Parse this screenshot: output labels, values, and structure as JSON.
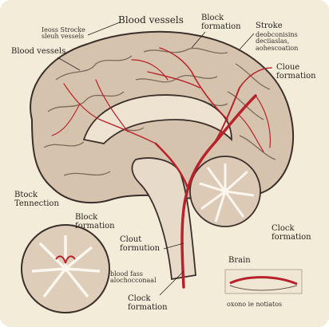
{
  "labels": {
    "blood_vessels_top": "Blood vessels",
    "top_left_note": "Ieoss Strocke\nsleuh vessels",
    "blood_vessels_left": "Blood vessels",
    "block_formation_top": "Block\nformation",
    "stroke": "Stroke",
    "stroke_sub": "deobconisins\ndeciiaslas,\naohescoation",
    "cloue_formation": "Cloue\nformation",
    "block_tennection": "Btock\nTennection",
    "block_formation_mid": "Block\nformation",
    "clout_formution": "Clout\nformution",
    "clock_formation_right": "Clock\nformation",
    "brain": "Brain",
    "inset_note": "blood fass\nalochocconaal",
    "clock_formation_bottom": "Clock\nformation",
    "bottom_right_note": "oxono ie notiatos"
  },
  "colors": {
    "parchment": "#f3ecd9",
    "ink": "#2b2420",
    "brain_fill": "#d9c7b4",
    "vessel_red": "#b8222a"
  }
}
